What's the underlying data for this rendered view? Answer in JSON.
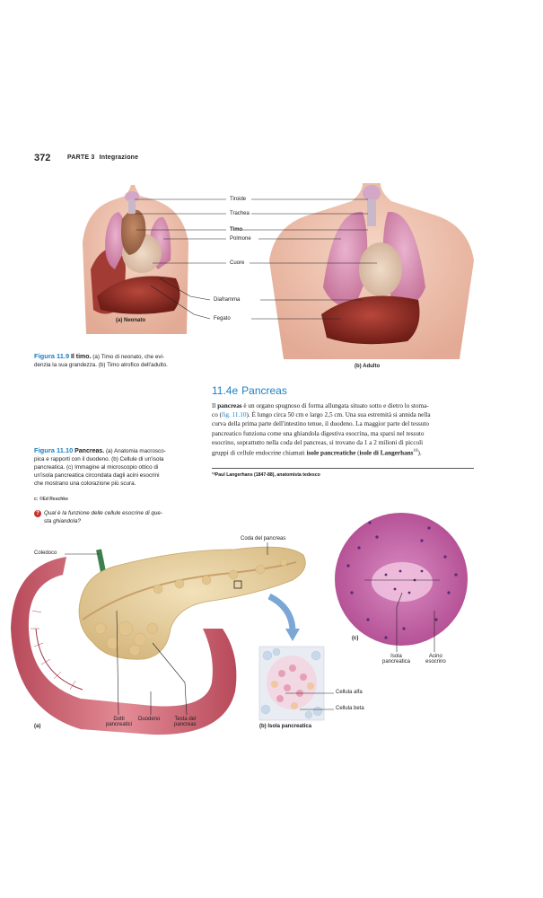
{
  "header": {
    "page_number": "372",
    "part": "PARTE 3",
    "part_title": "Integrazione"
  },
  "fig_11_9": {
    "labels": {
      "tiroide": "Tiroide",
      "trachea": "Trachea",
      "timo": "Timo",
      "polmone": "Polmone",
      "cuore": "Cuore",
      "diaframma": "Diaframma",
      "fegato": "Fegato"
    },
    "panel_a": "(a)",
    "panel_a_label": "Neonato",
    "panel_b": "(b)",
    "panel_b_label": "Adulto",
    "caption_number": "Figura 11.9",
    "caption_title": "Il timo.",
    "caption_line1": "(a) Timo di neonato, che evi-",
    "caption_line2": "denzia la sua grandezza. (b) Timo atrofico dell'adulto."
  },
  "section": {
    "number": "11.4e",
    "title": "Pancreas",
    "body": {
      "p1_a": "Il ",
      "p1_bold": "pancreas",
      "p1_b": " è un organo spugnoso di forma allungata situato sotto e dietro lo stoma-",
      "p2_a": "co (",
      "p2_link": "fig. 11.10",
      "p2_b": "). È lungo circa 50 cm e largo 2,5 cm. Una sua estremità si annida nella",
      "line3": "curva della prima parte dell'intestino tenue, il duodeno. La maggior parte del tessuto",
      "line4": "pancreatico funziona come una ghiandola digestiva esocrina, ma sparsi nel tessuto",
      "line5": "esocrino, soprattutto nella coda del pancreas, si trovano da 1 a 2 milioni di piccoli",
      "line6_a": "gruppi di cellule endocrine chiamati ",
      "line6_bold1": "isole pancreatiche",
      "line6_b": " (",
      "line6_bold2": "isole di Langerhans",
      "line6_sup": "10",
      "line6_c": ")."
    },
    "footnote": "¹⁰Paul Langerhans (1847-88), anatomista tedesco"
  },
  "fig_11_10": {
    "caption_number": "Figura 11.10",
    "caption_title": "Pancreas.",
    "caption_lines": [
      "(a) Anatomia macrosco-",
      "pica e rapporti con il duodeno. (b) Cellule di un'isola",
      "pancreatica. (c) Immagine al microscopio ottico di",
      "un'isola pancreatica circondata dagli acini esocrini",
      "che mostrano una colorazione più scura."
    ],
    "credit": "c: ©Ed Reschke",
    "question_lines": [
      "Qual è la funzione delle cellule esocrine di que-",
      "sta ghiandola?"
    ],
    "labels": {
      "coledoco": "Coledoco",
      "coda": "Coda del pancreas",
      "dotti_1": "Dotti",
      "dotti_2": "pancreatici",
      "duodeno": "Duodeno",
      "testa_1": "Testa del",
      "testa_2": "pancreas",
      "isola_1": "Isola",
      "isola_2": "pancreatica",
      "acino_1": "Acino",
      "acino_2": "esocrino",
      "alfa": "Cellula alfa",
      "beta": "Cellula beta"
    },
    "panel_a": "(a)",
    "panel_b": "(b)",
    "panel_b_label": "Isola pancreatica",
    "panel_c": "(c)"
  },
  "colors": {
    "accent_blue": "#1c7fc3",
    "question_red": "#c8322e",
    "lung_pink": "#d88fb0",
    "liver_red": "#8e2a22",
    "pancreas_tan": "#e7cf9c",
    "duodenum_pink": "#d8727f",
    "histology_purple": "#c05a9c",
    "bile_duct_green": "#3d7f4e"
  }
}
